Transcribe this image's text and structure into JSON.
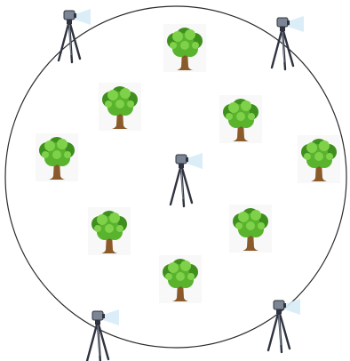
{
  "scene": {
    "boundary": {
      "name": "enclosure-circle",
      "stroke": "#2b2b2b"
    },
    "colors": {
      "canopy_dark": "#3f8f1e",
      "canopy_mid": "#59b32c",
      "canopy_light": "#7fd14a",
      "trunk": "#8a5a2b",
      "trunk_dark": "#6b4420",
      "tripod_leg": "#2f3340",
      "head_body": "#7c8593",
      "light_beam": "#d7ecf7"
    },
    "trees": [
      {
        "id": "tree-1"
      },
      {
        "id": "tree-2"
      },
      {
        "id": "tree-3"
      },
      {
        "id": "tree-4"
      },
      {
        "id": "tree-5"
      },
      {
        "id": "tree-6"
      },
      {
        "id": "tree-7"
      },
      {
        "id": "tree-8"
      }
    ],
    "cameras": [
      {
        "id": "camera-top-left",
        "icon": "tripod-camera-icon"
      },
      {
        "id": "camera-top-right",
        "icon": "tripod-camera-icon"
      },
      {
        "id": "camera-center",
        "icon": "tripod-camera-icon"
      },
      {
        "id": "camera-bottom-left",
        "icon": "tripod-camera-icon"
      },
      {
        "id": "camera-bottom-right",
        "icon": "tripod-camera-icon"
      }
    ]
  }
}
